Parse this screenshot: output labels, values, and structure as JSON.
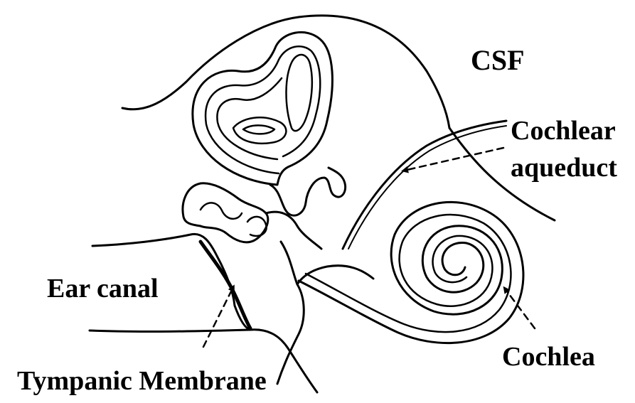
{
  "diagram": {
    "labels": {
      "csf": "CSF",
      "cochlear_aqueduct_line1": "Cochlear",
      "cochlear_aqueduct_line2": "aqueduct",
      "ear_canal": "Ear canal",
      "tympanic_membrane": "Tympanic Membrane",
      "cochlea": "Cochlea"
    }
  }
}
